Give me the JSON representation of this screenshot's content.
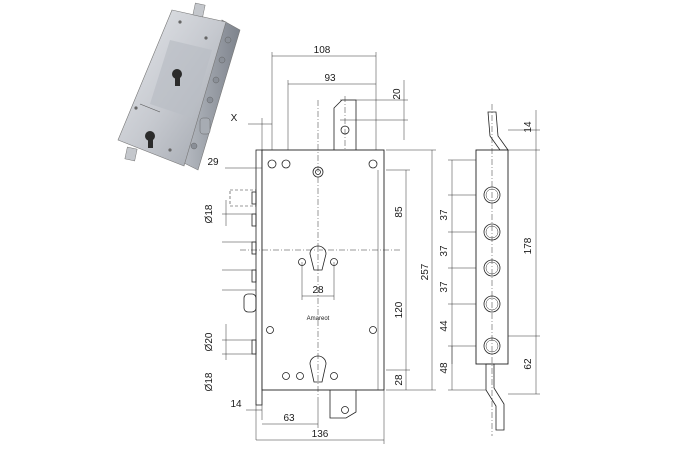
{
  "product_photo": {
    "brand_mark": ""
  },
  "lock_body": {
    "brand_text": "Amareot",
    "dims": {
      "d108": "108",
      "d93": "93",
      "d20": "20",
      "x_label": "X",
      "d29": "29",
      "d85": "85",
      "d257": "257",
      "d28_key": "28",
      "d120": "120",
      "d28_bottom": "28",
      "d14_bottom": "14",
      "d63": "63",
      "d136": "136",
      "dia18_top": "Ø18",
      "dia20": "Ø20",
      "dia18_bottom": "Ø18"
    }
  },
  "bolt_bar": {
    "dims": {
      "d14": "14",
      "d37a": "37",
      "d37b": "37",
      "d37c": "37",
      "d44": "44",
      "d48": "48",
      "d178": "178",
      "d62": "62"
    }
  },
  "colors": {
    "line": "#222222",
    "photo_metal": "#c9ccd1"
  }
}
